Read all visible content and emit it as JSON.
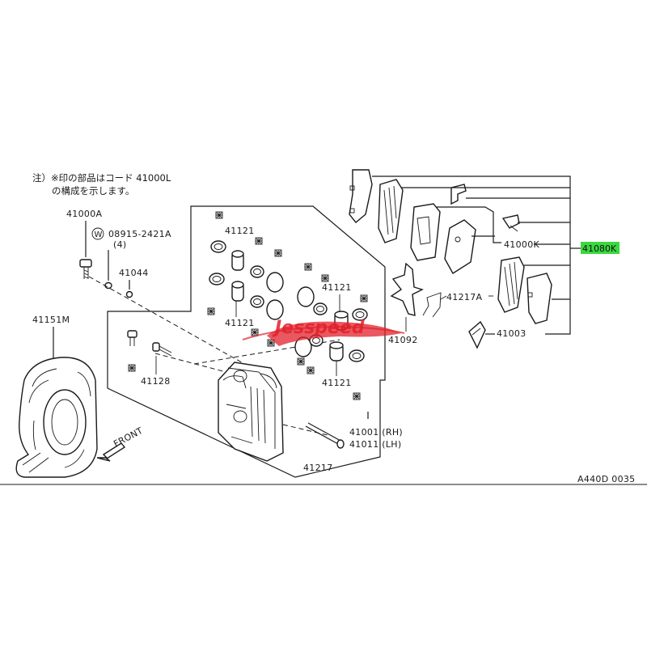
{
  "note": {
    "line1": "注）※印の部品はコード 41000L",
    "line2": "の構成を示します。"
  },
  "labels": {
    "bolt_41000A": "41000A",
    "washer_code": "08915-2421A",
    "washer_qty": "(4)",
    "washer_circle": "W",
    "nut_41044": "41044",
    "shield_41151M": "41151M",
    "front": "FRONT",
    "seal_top": "41121",
    "seal_left": "41121",
    "seal_right_top": "41121",
    "seal_right_bottom": "41121",
    "bleeder_41128": "41128",
    "caliper_rh": "41001 (RH)",
    "caliper_lh": "41011 (LH)",
    "pin_41217": "41217",
    "spring_41092": "41092",
    "clip_41217A": "41217A",
    "shim_kit_41000K": "41000K",
    "pad_41003": "41003",
    "pad_kit_41080K": "41080K"
  },
  "highlight_color": "#3bd83f",
  "reference_code": "A440D 0035",
  "watermark": "Jesspeed",
  "icons": {
    "kit_mark": "asterisk-mark-icon",
    "front_arrow": "arrow-down-left-icon"
  }
}
